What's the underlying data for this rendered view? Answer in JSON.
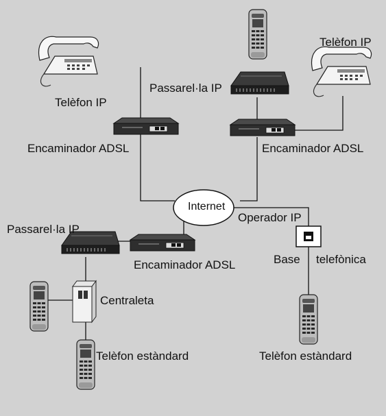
{
  "labels": {
    "telefon_ip_left": "Telèfon IP",
    "telefon_ip_right": "Telèfon IP",
    "passarela_top": "Passarel·la IP",
    "passarela_left": "Passarel·la IP",
    "router_left": "Encaminador ADSL",
    "router_right": "Encaminador ADSL",
    "router_bottom": "Encaminador ADSL",
    "internet": "Internet",
    "operador": "Operador IP",
    "base_1": "Base",
    "base_2": "telefònica",
    "centraleta": "Centraleta",
    "telefon_std_left": "Telèfon estàndard",
    "telefon_std_right": "Telèfon estàndard"
  }
}
